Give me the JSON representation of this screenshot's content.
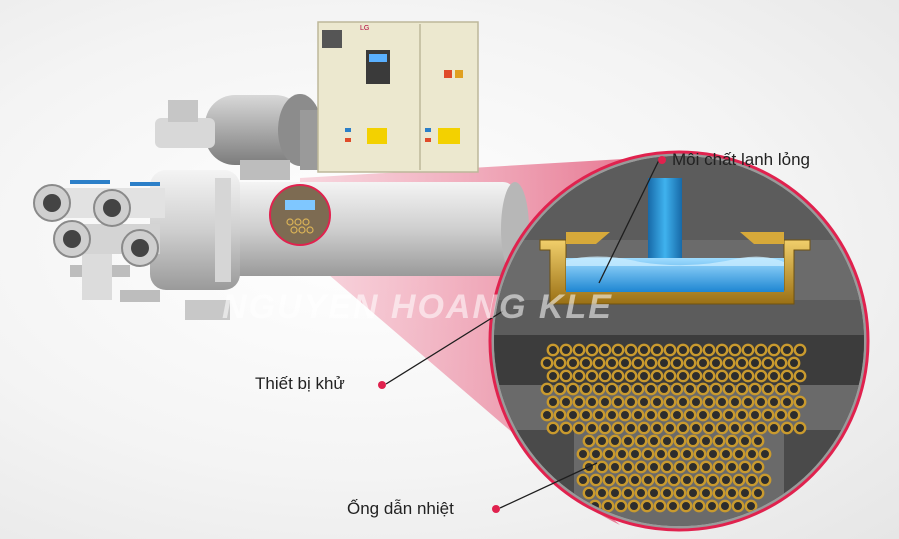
{
  "labels": {
    "liquid_refrigerant": "Môi chất lạnh lỏng",
    "evaporator": "Thiết bị khử",
    "heat_tubes": "Ống dẫn nhiệt"
  },
  "watermark": "NGUYEN HOANG KLE",
  "brand_badge": "LG",
  "colors": {
    "accent_pink": "#e0224e",
    "cone_pink": "#e98aa3",
    "liquid_blue": "#3aa7e6",
    "tube_gold": "#c99a2e",
    "tray_gold": "#b88a1c",
    "shell_gray": "#6a6a6a"
  }
}
